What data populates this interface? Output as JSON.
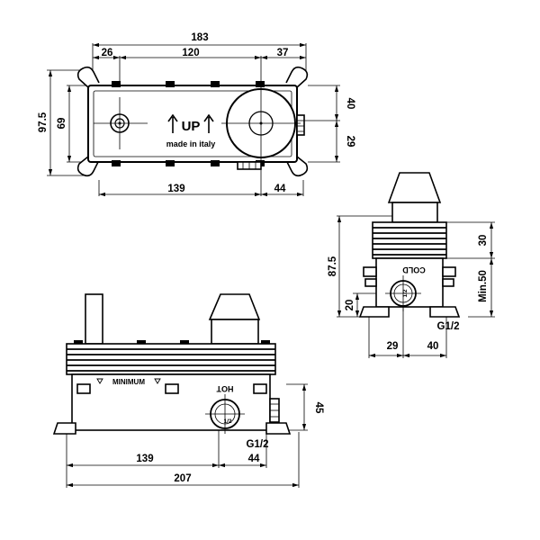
{
  "top_view": {
    "dims": {
      "overall_width": "183",
      "left_offset": "26",
      "center_distance": "120",
      "right_offset": "37",
      "overall_height": "97.5",
      "body_height": "69",
      "upper_right": "40",
      "lower_right": "29",
      "bottom_left": "139",
      "bottom_right": "44"
    },
    "up_label": "UP",
    "made_in": "made in italy"
  },
  "side_view": {
    "dims": {
      "total_height": "87.5",
      "top_section": "30",
      "min_depth": "Min.50",
      "inlet_height": "20",
      "left_offset": "29",
      "right_offset": "40"
    },
    "cold_label": "COLD",
    "inner_thread": "1/2",
    "thread": "G1/2"
  },
  "front_view": {
    "dims": {
      "height": "45",
      "left": "139",
      "right": "44",
      "total": "207"
    },
    "minimum_label": "MINIMUM",
    "hot_label": "HOT",
    "inner_thread": "1/2",
    "thread": "G1/2"
  }
}
